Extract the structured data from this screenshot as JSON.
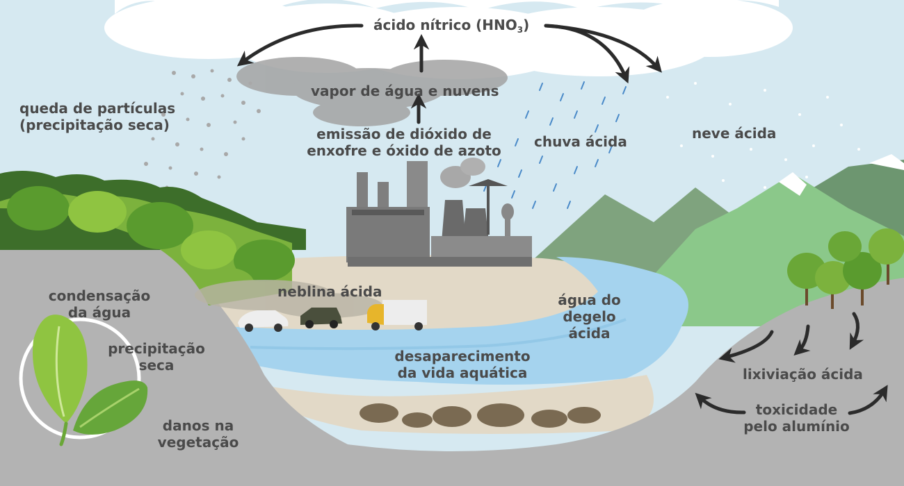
{
  "labels": {
    "nitric_acid_main": "ácido nítrico (HNO",
    "nitric_acid_sub": "3",
    "nitric_acid_close": ")",
    "vapor": "vapor de água e nuvens",
    "emission_l1": "emissão de dióxido de",
    "emission_l2": "enxofre e óxido de azoto",
    "particles_l1": "queda de partículas",
    "particles_l2": "(precipitação seca)",
    "acid_rain": "chuva ácida",
    "acid_snow": "neve ácida",
    "acid_fog": "neblina ácida",
    "meltwater_l1": "água do",
    "meltwater_l2": "degelo",
    "meltwater_l3": "ácida",
    "aquatic_l1": "desaparecimento",
    "aquatic_l2": "da vida aquática",
    "leaching": "lixiviação ácida",
    "aluminium_l1": "toxicidade",
    "aluminium_l2": "pelo alumínio",
    "condensation_l1": "condensação",
    "condensation_l2": "da água",
    "dry_precip_l1": "precipitação",
    "dry_precip_l2": "seca",
    "vegetation_l1": "danos na",
    "vegetation_l2": "vegetação"
  },
  "colors": {
    "sky": "#d6e9f1",
    "cloud": "#ffffff",
    "gray_cloud": "#9c9c9c",
    "ground": "#b3b3b3",
    "sand": "#e2d9c7",
    "water": "#a5d3ee",
    "forest": "#7cb23d",
    "mountain": "#8bc88a",
    "factory": "#7f7f7f",
    "text": "#4a4a4a",
    "arrow": "#2b2b2b",
    "rain": "#4a8ac8",
    "leaf": "#8fc441"
  }
}
